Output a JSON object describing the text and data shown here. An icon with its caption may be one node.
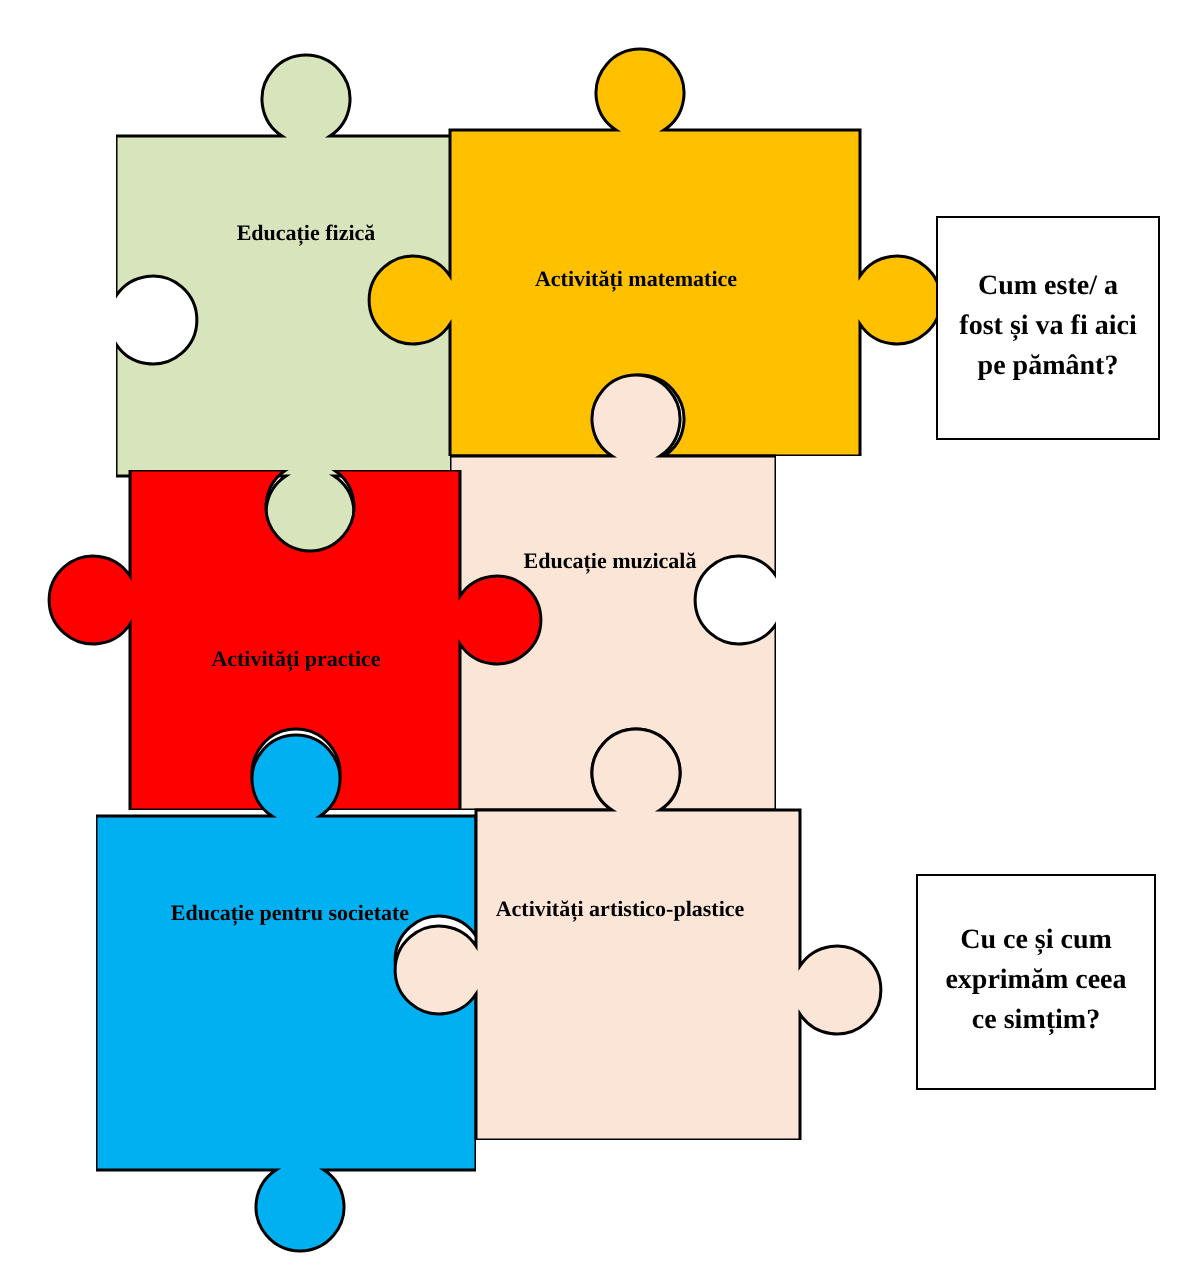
{
  "diagram": {
    "nodes": [
      {
        "text": [
          "Educație fizică"
        ]
      },
      {
        "text": [
          "Activități matematice"
        ]
      },
      {
        "text": [
          "Educație muzicală"
        ]
      },
      {
        "text": [
          "Activități practice"
        ]
      },
      {
        "text": [
          "Educație pentru societate"
        ]
      },
      {
        "text": [
          "Activități artistico-plastice"
        ]
      },
      {
        "text": [
          "Cum este/ a fost și va fi aici pe pământ?"
        ]
      },
      {
        "text": [
          "Cu ce și cum exprimăm ceea ce simțim?"
        ]
      }
    ]
  }
}
